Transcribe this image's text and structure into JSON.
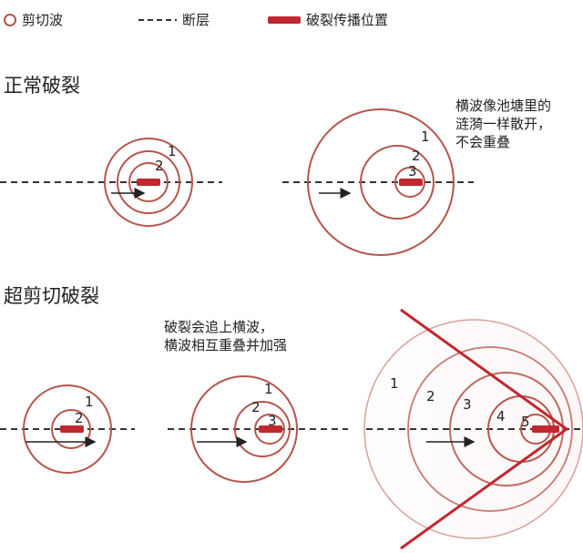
{
  "legend": {
    "shear_wave": "剪切波",
    "fault": "断层",
    "rupture_position": "破裂传播位置"
  },
  "sections": {
    "normal": {
      "title": "正常破裂",
      "note_lines": [
        "横波像池塘里的",
        "涟漪一样散开，",
        "不会重叠"
      ],
      "panel1_labels": [
        "1",
        "2"
      ],
      "panel2_labels": [
        "1",
        "2",
        "3"
      ]
    },
    "supershear": {
      "title": "超剪切破裂",
      "note_lines": [
        "破裂会追上横波，",
        "横波相互重叠并加强"
      ],
      "panel1_labels": [
        "1",
        "2"
      ],
      "panel2_labels": [
        "1",
        "2",
        "3"
      ],
      "panel3_labels": [
        "1",
        "2",
        "3",
        "4",
        "5"
      ]
    }
  },
  "colors": {
    "wave": "#b5554a",
    "rupture": "#c0282f",
    "fault": "#333333",
    "arrow": "#222222"
  }
}
